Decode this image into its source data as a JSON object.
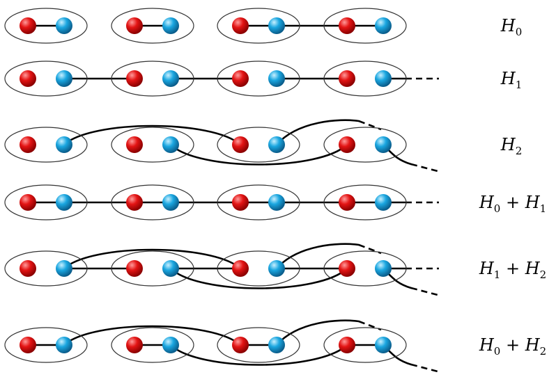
{
  "colors": {
    "site_a": "#e31414",
    "site_b": "#1aa6e0",
    "bond": "#000000",
    "cell_outline": "#333333"
  },
  "rows": [
    {
      "id": "H0",
      "label": {
        "terms": [
          {
            "base": "H",
            "sub": "0"
          }
        ],
        "operator": ""
      },
      "bonds": [
        "intra-cell-partial"
      ]
    },
    {
      "id": "H1",
      "label": {
        "terms": [
          {
            "base": "H",
            "sub": "1"
          }
        ],
        "operator": ""
      },
      "bonds": [
        "nearest-neighbor-cell"
      ]
    },
    {
      "id": "H2",
      "label": {
        "terms": [
          {
            "base": "H",
            "sub": "2"
          }
        ],
        "operator": ""
      },
      "bonds": [
        "next-nearest-neighbor-cell"
      ]
    },
    {
      "id": "H0+H1",
      "label": {
        "terms": [
          {
            "base": "H",
            "sub": "0"
          },
          {
            "base": "H",
            "sub": "1"
          }
        ],
        "operator": "+"
      },
      "bonds": [
        "intra-cell",
        "nearest-neighbor-cell"
      ]
    },
    {
      "id": "H1+H2",
      "label": {
        "terms": [
          {
            "base": "H",
            "sub": "1"
          },
          {
            "base": "H",
            "sub": "2"
          }
        ],
        "operator": "+"
      },
      "bonds": [
        "nearest-neighbor-cell",
        "next-nearest-neighbor-cell"
      ]
    },
    {
      "id": "H0+H2",
      "label": {
        "terms": [
          {
            "base": "H",
            "sub": "0"
          },
          {
            "base": "H",
            "sub": "2"
          }
        ],
        "operator": "+"
      },
      "bonds": [
        "intra-cell",
        "next-nearest-neighbor-cell"
      ]
    }
  ]
}
